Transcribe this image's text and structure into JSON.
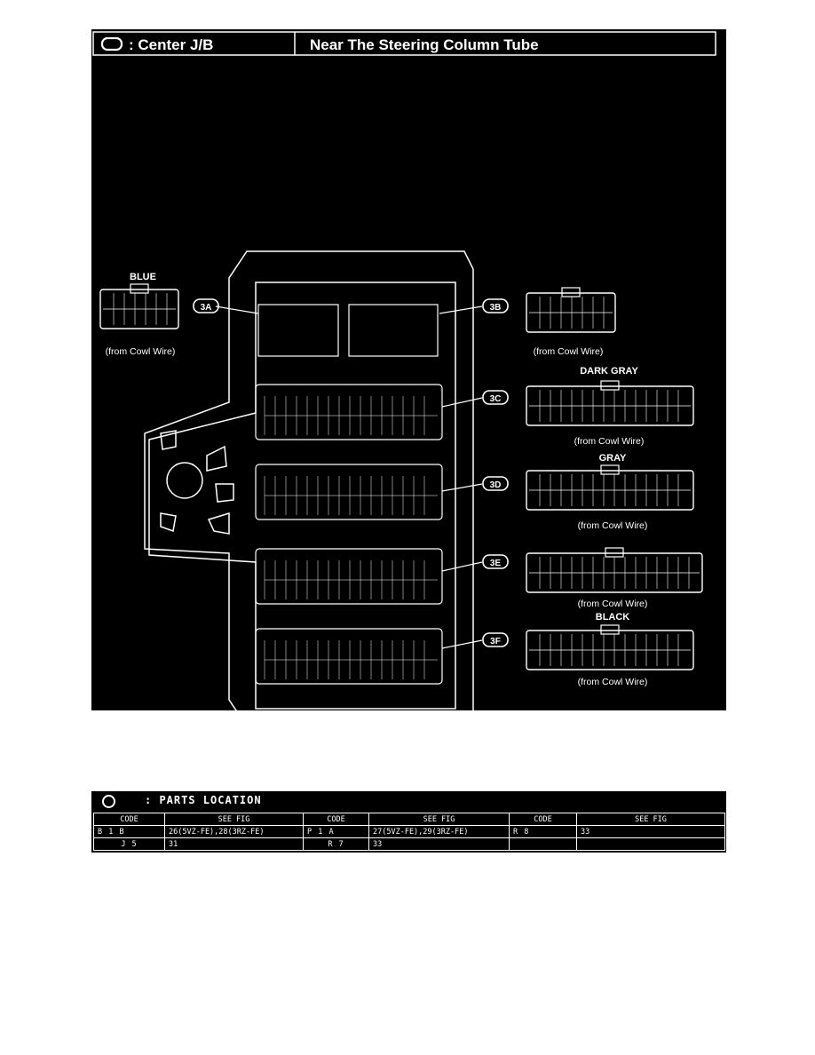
{
  "header": {
    "symbol_label": ": Center J/B",
    "location_label": "Near The Steering Column Tube"
  },
  "connectors": [
    {
      "id": "3A",
      "color": "BLUE",
      "note": "(from Cowl Wire)"
    },
    {
      "id": "3B",
      "color": "",
      "note": "(from Cowl Wire)"
    },
    {
      "id": "3C",
      "color": "DARK GRAY",
      "note": "(from Cowl Wire)"
    },
    {
      "id": "3D",
      "color": "GRAY",
      "note": "(from Cowl Wire)"
    },
    {
      "id": "3E",
      "color": "",
      "note": "(from Cowl Wire)"
    },
    {
      "id": "3F",
      "color": "BLACK",
      "note": "(from Cowl Wire)"
    }
  ],
  "parts_location": {
    "title": ": PARTS LOCATION",
    "headers": [
      "CODE",
      "SEE FIG",
      "CODE",
      "SEE FIG",
      "CODE",
      "SEE FIG"
    ],
    "rows": [
      [
        "B 1    B",
        "26(5VZ-FE),28(3RZ-FE)",
        "P 1    A",
        "27(5VZ-FE),29(3RZ-FE)",
        "R 8",
        "33"
      ],
      [
        "J 5",
        "31",
        "R 7",
        "33",
        "",
        ""
      ]
    ]
  },
  "colors": {
    "background": "#000000",
    "foreground": "#ffffff",
    "page": "#ffffff"
  }
}
